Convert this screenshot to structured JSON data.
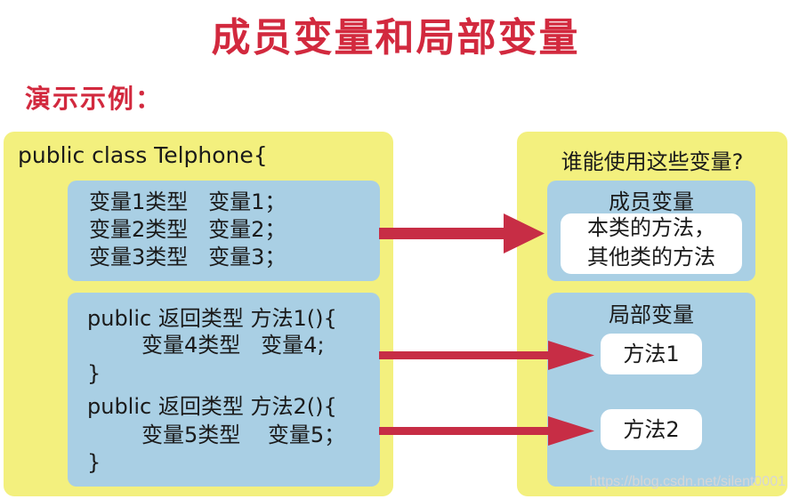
{
  "title": "成员变量和局部变量",
  "subtitle": "演示示例：",
  "left": {
    "class_header": "public class Telphone{",
    "fields": [
      "变量1类型   变量1；",
      "变量2类型   变量2；",
      "变量3类型   变量3；"
    ],
    "methods": [
      "public 返回类型 方法1(){",
      "        变量4类型   变量4;",
      "}",
      "public 返回类型 方法2(){",
      "        变量5类型    变量5；",
      "}"
    ]
  },
  "right": {
    "question": "谁能使用这些变量?",
    "member": {
      "title": "成员变量",
      "lines": [
        "本类的方法，",
        "其他类的方法"
      ]
    },
    "local": {
      "title": "局部变量",
      "items": [
        "方法1",
        "方法2"
      ]
    }
  },
  "watermark": "https://blog.csdn.net/silent0001",
  "colors": {
    "title_red": "#d2293e",
    "panel_yellow": "#f3f07e",
    "box_blue": "#a9cfe4",
    "arrow_red": "#c72d45"
  }
}
